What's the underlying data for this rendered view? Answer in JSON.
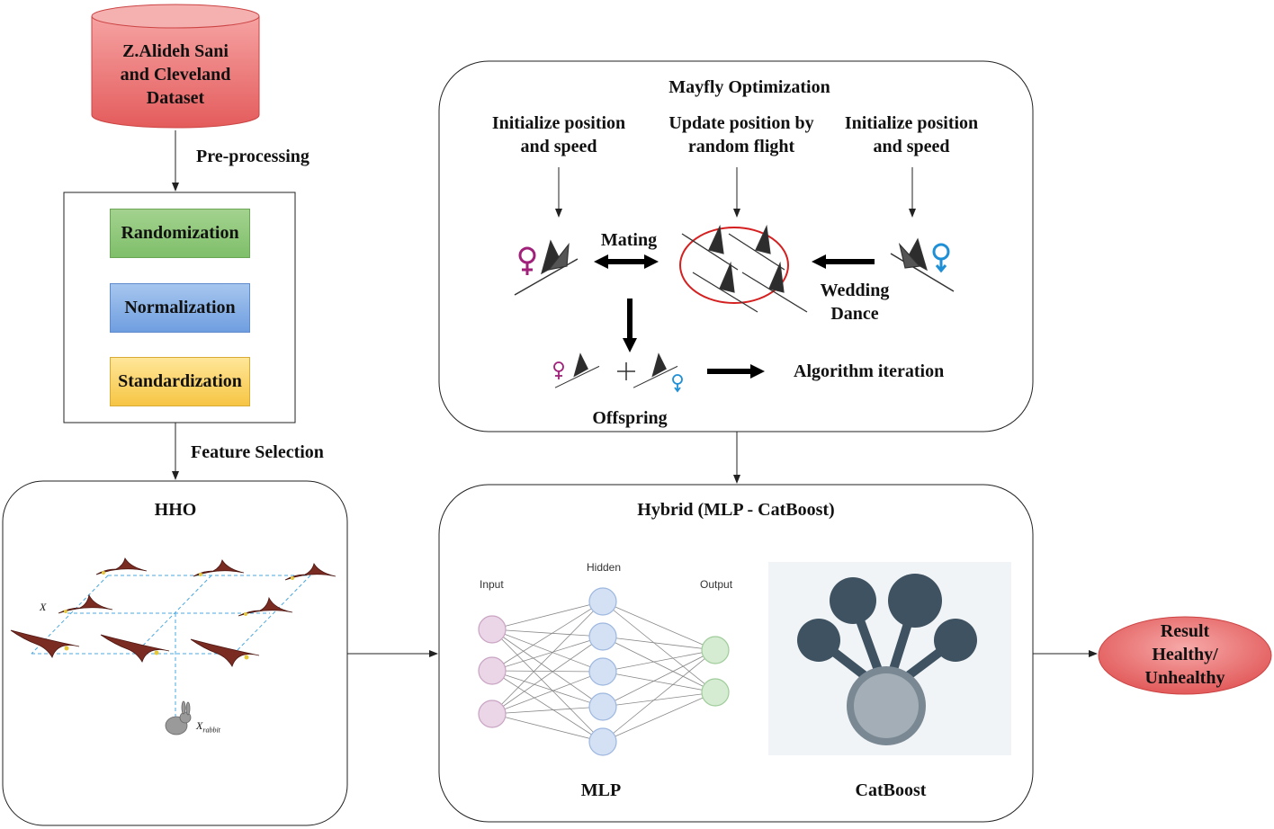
{
  "dataset": {
    "line1": "Z.Alideh Sani",
    "line2": "and Cleveland",
    "line3": "Dataset"
  },
  "edges": {
    "preprocessing": "Pre-processing",
    "feature_selection": "Feature Selection"
  },
  "preprocessing_steps": [
    "Randomization",
    "Normalization",
    "Standardization"
  ],
  "hho": {
    "title": "HHO",
    "x_label": "X",
    "rabbit_label": "X",
    "rabbit_sub": "rabbit"
  },
  "mayfly": {
    "title": "Mayfly Optimization",
    "left_init": [
      "Initialize position",
      "and speed"
    ],
    "update": [
      "Update position by",
      "random flight"
    ],
    "right_init": [
      "Initialize position",
      "and speed"
    ],
    "mating": "Mating",
    "wedding": [
      "Wedding",
      "Dance"
    ],
    "offspring": "Offspring",
    "iteration": "Algorithm iteration"
  },
  "hybrid": {
    "title": "Hybrid (MLP - CatBoost)",
    "mlp_layers": {
      "input": "Input",
      "hidden": "Hidden",
      "output": "Output"
    },
    "mlp_label": "MLP",
    "catboost_label": "CatBoost"
  },
  "result": {
    "line1": "Result",
    "line2": "Healthy/",
    "line3": "Unhealthy"
  },
  "colors": {
    "female": "#a0207a",
    "male": "#1f8fd6",
    "dataset_fill": "#e96a6a",
    "result_fill": "#e96a6a"
  }
}
